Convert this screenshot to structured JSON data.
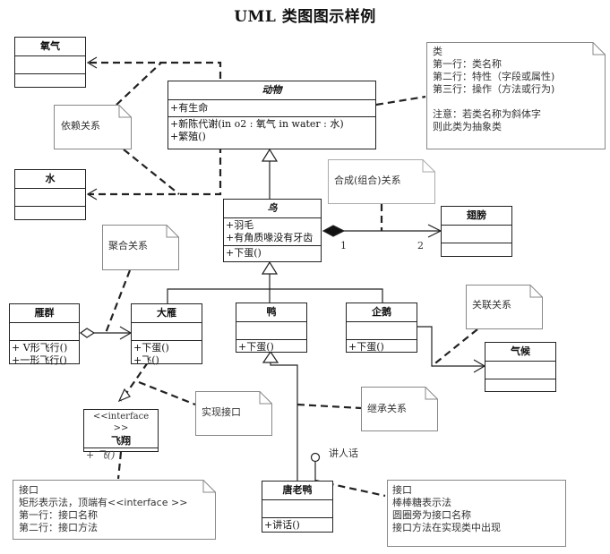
{
  "title": "UML 类图图示样例",
  "classes": {
    "oxygen": {
      "name": "氧气"
    },
    "water": {
      "name": "水"
    },
    "animal": {
      "name": "动物",
      "attrs": [
        "+有生命"
      ],
      "ops": [
        "+新陈代谢(in o2 : 氧气  in water : 水)",
        "+繁殖()"
      ]
    },
    "bird": {
      "name": "鸟",
      "attrs": [
        "+羽毛",
        "+有角质喙没有牙齿"
      ],
      "ops": [
        "+下蛋()"
      ]
    },
    "wing": {
      "name": "翅膀"
    },
    "goose_flock": {
      "name": "雁群",
      "ops": [
        "+ V形飞行()",
        "+一形飞行()"
      ]
    },
    "wild_goose": {
      "name": "大雁",
      "ops": [
        "+下蛋()",
        "+飞()"
      ]
    },
    "duck": {
      "name": "鸭",
      "ops": [
        "+下蛋()"
      ]
    },
    "penguin": {
      "name": "企鹅",
      "ops": [
        "+下蛋()"
      ]
    },
    "climate": {
      "name": "气候"
    },
    "fly": {
      "stereotype": "<<interface >>",
      "name": "飞翔",
      "ops": [
        "+ 飞()"
      ]
    },
    "donald": {
      "name": "唐老鸭",
      "ops": [
        "+讲话()"
      ]
    }
  },
  "notes": {
    "dependency": "依赖关系",
    "class_desc": [
      "类",
      "第一行：类名称",
      "第二行：特性（字段或属性)",
      "第三行：操作（方法或行为)",
      "",
      "注意：若类名称为斜体字",
      "则此类为抽象类"
    ],
    "composition": "合成(组合)关系",
    "aggregation": "聚合关系",
    "association": "关联关系",
    "realization": "实现接口",
    "inheritance": "继承关系",
    "interface_rect": [
      "接口",
      "矩形表示法，顶端有<<interface >>",
      "第一行：接口名称",
      "第二行：接口方法"
    ],
    "interface_lollipop": [
      "接口",
      "棒棒糖表示法",
      "圆圈旁为接口名称",
      "接口方法在实现类中出现"
    ]
  },
  "labels": {
    "mult_1": "1",
    "mult_2": "2",
    "lollipop_name": "讲人话"
  }
}
